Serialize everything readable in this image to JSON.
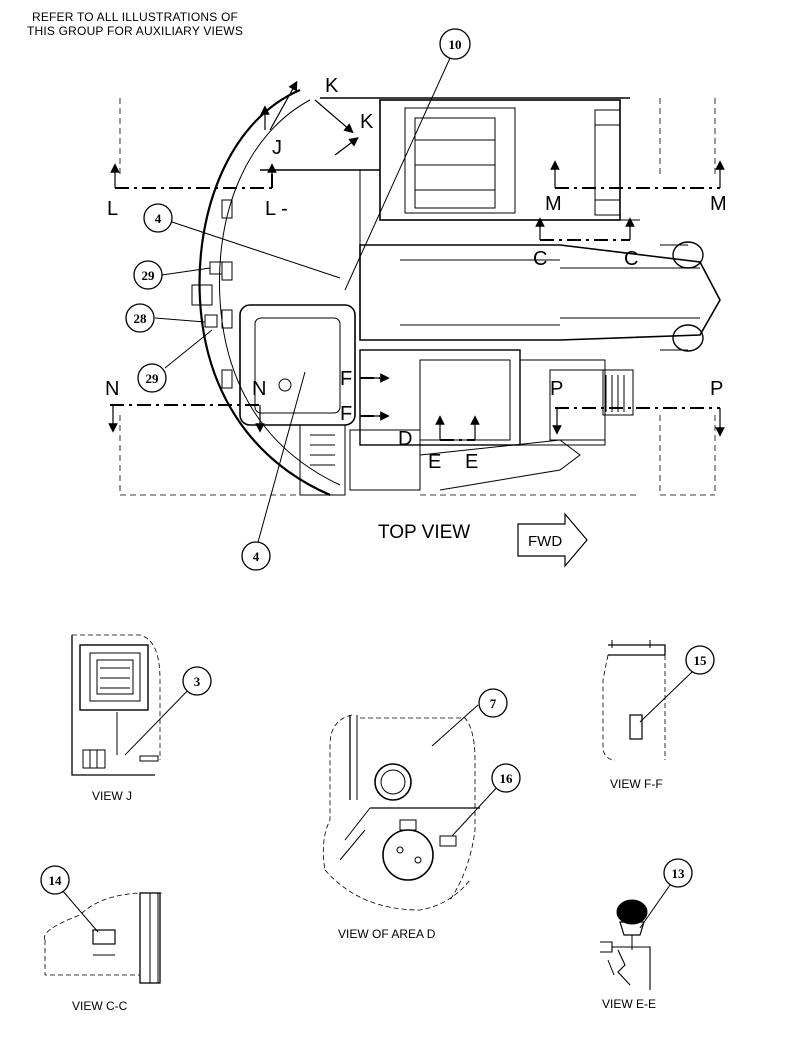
{
  "header_note": {
    "line1": "REFER TO ALL ILLUSTRATIONS OF",
    "line2": "THIS GROUP FOR AUXILIARY VIEWS"
  },
  "top_view": {
    "caption": "TOP VIEW",
    "fwd_label": "FWD",
    "section_letters": {
      "k1": "K",
      "k2": "K",
      "j": "J",
      "l1": "L",
      "l2": "L -",
      "m1": "M",
      "m2": "M",
      "c1": "C",
      "c2": "C",
      "n1": "N",
      "n2": "N",
      "f1": "F",
      "f2": "F",
      "d": "D",
      "e1": "E",
      "e2": "E",
      "p1": "P",
      "p2": "P"
    },
    "callouts": {
      "c10": "10",
      "c4a": "4",
      "c29a": "29",
      "c28": "28",
      "c29b": "29",
      "c4b": "4"
    }
  },
  "views": {
    "view_j": {
      "caption": "VIEW J",
      "callout": "3"
    },
    "view_area_d": {
      "caption": "VIEW OF AREA D",
      "callout_a": "7",
      "callout_b": "16"
    },
    "view_ff": {
      "caption": "VIEW F-F",
      "callout": "15"
    },
    "view_cc": {
      "caption": "VIEW C-C",
      "callout": "14"
    },
    "view_ee": {
      "caption": "VIEW E-E",
      "callout": "13"
    }
  }
}
